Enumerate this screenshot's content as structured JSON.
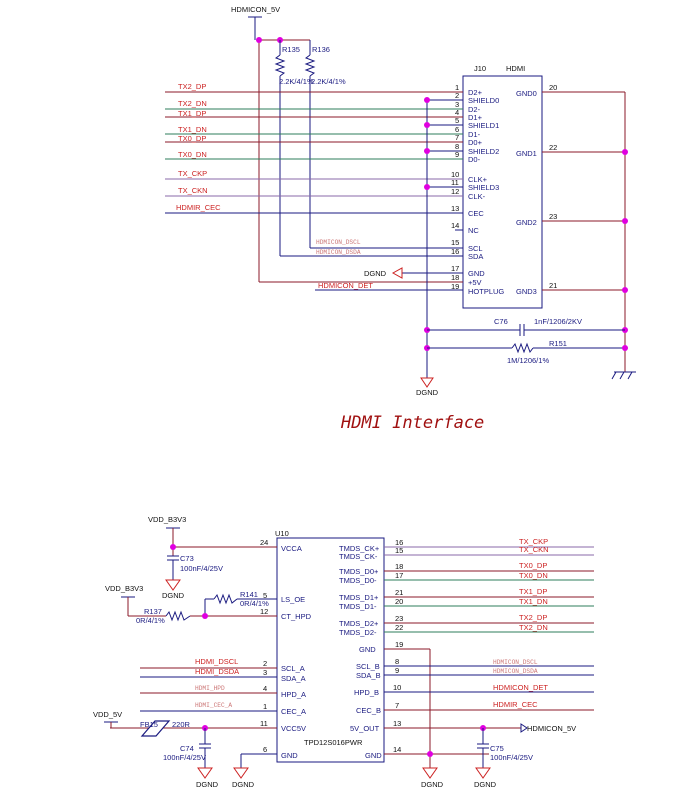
{
  "title": "HDMI Interface",
  "connector": {
    "ref": "J10",
    "name": "HDMI",
    "left_pins": [
      {
        "num": "1",
        "name": "D2+",
        "net": "TX2_DP"
      },
      {
        "num": "2",
        "name": "SHIELD0",
        "net": ""
      },
      {
        "num": "3",
        "name": "D2-",
        "net": "TX2_DN"
      },
      {
        "num": "4",
        "name": "D1+",
        "net": "TX1_DP"
      },
      {
        "num": "5",
        "name": "SHIELD1",
        "net": ""
      },
      {
        "num": "6",
        "name": "D1-",
        "net": "TX1_DN"
      },
      {
        "num": "7",
        "name": "D0+",
        "net": "TX0_DP"
      },
      {
        "num": "8",
        "name": "SHIELD2",
        "net": ""
      },
      {
        "num": "9",
        "name": "D0-",
        "net": "TX0_DN"
      },
      {
        "num": "10",
        "name": "CLK+",
        "net": "TX_CKP"
      },
      {
        "num": "11",
        "name": "SHIELD3",
        "net": ""
      },
      {
        "num": "12",
        "name": "CLK-",
        "net": "TX_CKN"
      },
      {
        "num": "13",
        "name": "CEC",
        "net": "HDMIR_CEC"
      },
      {
        "num": "14",
        "name": "NC",
        "net": ""
      },
      {
        "num": "15",
        "name": "SCL",
        "net": "HDMICON_DSCL"
      },
      {
        "num": "16",
        "name": "SDA",
        "net": "HDMICON_DSDA"
      },
      {
        "num": "17",
        "name": "GND",
        "net": "DGND"
      },
      {
        "num": "18",
        "name": "+5V",
        "net": ""
      },
      {
        "num": "19",
        "name": "HOTPLUG",
        "net": "HDMICON_DET"
      }
    ],
    "right_pins": [
      {
        "num": "20",
        "name": "GND0"
      },
      {
        "num": "22",
        "name": "GND1"
      },
      {
        "num": "23",
        "name": "GND2"
      },
      {
        "num": "21",
        "name": "GND3"
      }
    ]
  },
  "top_section": {
    "power_net": "HDMICON_5V",
    "r135_ref": "R135",
    "r135_val": "2.2K/4/1%",
    "r136_ref": "R136",
    "r136_val": "2.2K/4/1%",
    "dgnd_label": "DGND",
    "c76_ref": "C76",
    "c76_val": "1nF/1206/2KV",
    "r151_ref": "R151",
    "r151_val": "1M/1206/1%",
    "gnd_bottom": "DGND"
  },
  "ic": {
    "ref": "U10",
    "part": "TPD12S016PWR",
    "left_pins": [
      {
        "num": "24",
        "name": "VCCA"
      },
      {
        "num": "5",
        "name": "LS_OE"
      },
      {
        "num": "12",
        "name": "CT_HPD"
      },
      {
        "num": "2",
        "name": "SCL_A",
        "net": "HDMI_DSCL"
      },
      {
        "num": "3",
        "name": "SDA_A",
        "net": "HDMI_DSDA"
      },
      {
        "num": "4",
        "name": "HPD_A",
        "net": "HDMI_HPD"
      },
      {
        "num": "1",
        "name": "CEC_A",
        "net": "HDMI_CEC_A"
      },
      {
        "num": "11",
        "name": "VCC5V"
      },
      {
        "num": "6",
        "name": "GND"
      }
    ],
    "right_pins": [
      {
        "num": "16",
        "name": "TMDS_CK+",
        "net": "TX_CKP"
      },
      {
        "num": "15",
        "name": "TMDS_CK-",
        "net": "TX_CKN"
      },
      {
        "num": "18",
        "name": "TMDS_D0+",
        "net": "TX0_DP"
      },
      {
        "num": "17",
        "name": "TMDS_D0-",
        "net": "TX0_DN"
      },
      {
        "num": "21",
        "name": "TMDS_D1+",
        "net": "TX1_DP"
      },
      {
        "num": "20",
        "name": "TMDS_D1-",
        "net": "TX1_DN"
      },
      {
        "num": "23",
        "name": "TMDS_D2+",
        "net": "TX2_DP"
      },
      {
        "num": "22",
        "name": "TMDS_D2-",
        "net": "TX2_DN"
      },
      {
        "num": "19",
        "name": "GND"
      },
      {
        "num": "8",
        "name": "SCL_B",
        "net": "HDMICON_DSCL"
      },
      {
        "num": "9",
        "name": "SDA_B",
        "net": "HDMICON_DSDA"
      },
      {
        "num": "10",
        "name": "HPD_B",
        "net": "HDMICON_DET"
      },
      {
        "num": "7",
        "name": "CEC_B",
        "net": "HDMIR_CEC"
      },
      {
        "num": "13",
        "name": "5V_OUT",
        "net": "HDMICON_5V"
      },
      {
        "num": "14",
        "name": "GND"
      }
    ]
  },
  "bottom_section": {
    "vdd_b3v3_top": "VDD_B3V3",
    "c73_ref": "C73",
    "c73_val": "100nF/4/25V",
    "dgnd": "DGND",
    "vdd_b3v3_left": "VDD_B3V3",
    "r141_ref": "R141",
    "r141_val": "0R/4/1%",
    "r137_ref": "R137",
    "r137_val": "0R/4/1%",
    "vdd_5v": "VDD_5V",
    "fb15_ref": "FB15",
    "fb15_val": "220R",
    "c74_ref": "C74",
    "c74_val": "100nF/4/25V",
    "c75_ref": "C75",
    "c75_val": "100nF/4/25V"
  }
}
